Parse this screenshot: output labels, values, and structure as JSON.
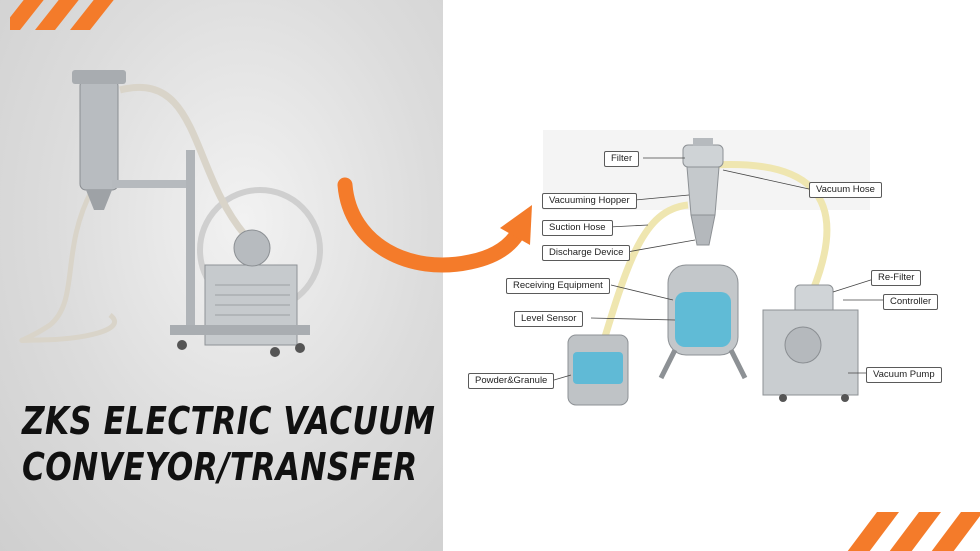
{
  "title": {
    "line1": "ZKS ELECTRIC VACUUM",
    "line2": "CONVEYOR/TRANSFER"
  },
  "diagram": {
    "labels": {
      "filter": "Filter",
      "vacuum_hose": "Vacuum Hose",
      "vacuuming_hopper": "Vacuuming Hopper",
      "suction_hose": "Suction Hose",
      "discharge_device": "Discharge Device",
      "re_filter": "Re-Filter",
      "receiving_equipment": "Receiving Equipment",
      "controller": "Controller",
      "level_sensor": "Level Sensor",
      "powder_granule": "Powder&Granule",
      "vacuum_pump": "Vacuum Pump"
    }
  },
  "colors": {
    "accent": "#f47b2a",
    "liquid": "#4fb9d8",
    "hose": "#efe6b0",
    "steel": "#b9bec3"
  },
  "icons": {
    "arrow": "curved-arrow-icon",
    "stripes": "diagonal-stripes-icon"
  }
}
